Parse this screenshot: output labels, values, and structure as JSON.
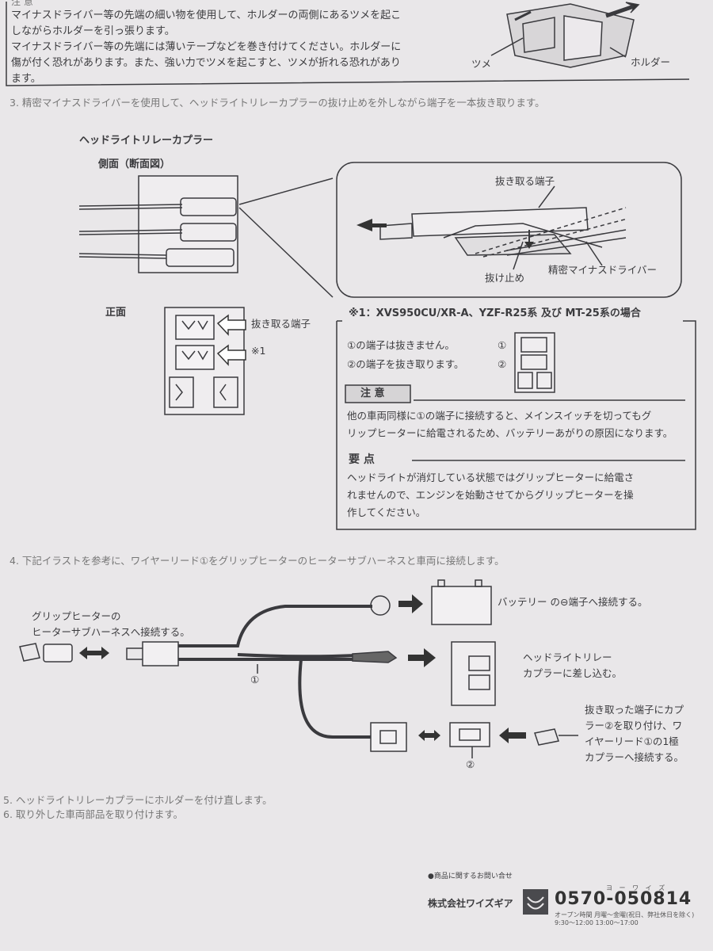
{
  "caution_top": {
    "heading": "注 意",
    "lines": [
      "マイナスドライバー等の先端の細い物を使用して、ホルダーの両側にあるツメを起こ",
      "しながらホルダーを引っ張ります。",
      "マイナスドライバー等の先端には薄いテープなどを巻き付けてください。ホルダーに",
      "傷が付く恐れがあります。また、強い力でツメを起こすと、ツメが折れる恐れがあり",
      "ます。"
    ],
    "fig_labels": {
      "tsume": "ツメ",
      "holder": "ホルダー"
    }
  },
  "step3": {
    "text": "3. 精密マイナスドライバーを使用して、ヘッドライトリレーカプラーの抜け止めを外しながら端子を一本抜き取ります。",
    "coupler_title": "ヘッドライトリレーカプラー",
    "side_label": "側面（断面図）",
    "front_label": "正面",
    "zoom_terminal": "抜き取る端子",
    "zoom_stopper": "抜け止め",
    "zoom_driver": "精密マイナスドライバー",
    "front_terminal": "抜き取る端子",
    "front_note": "※1"
  },
  "note_box": {
    "title": "※1：XVS950CU/XR-A、YZF-R25系 及び MT-25系の場合",
    "line1": "①の端子は抜きません。",
    "line2": "②の端子を抜き取ります。",
    "mark1": "①",
    "mark2": "②",
    "caution_label": "注 意",
    "caution_lines": [
      "他の車両同様に①の端子に接続すると、メインスイッチを切ってもグ",
      "リップヒーターに給電されるため、バッテリーあがりの原因になります。"
    ],
    "point_label": "要  点",
    "point_lines": [
      "ヘッドライトが消灯している状態ではグリップヒーターに給電さ",
      "れませんので、エンジンを始動させてからグリップヒーターを操",
      "作してください。"
    ]
  },
  "step4": {
    "text": "4. 下記イラストを参考に、ワイヤーリード①をグリップヒーターのヒーターサブハーネスと車両に接続します。",
    "grip_label": [
      "グリップヒーターの",
      "ヒーターサブハーネスへ接続する。"
    ],
    "battery_label": "バッテリー の⊖端子へ接続する。",
    "relay_label": [
      "ヘッドライトリレー",
      "カプラーに差し込む。"
    ],
    "terminal_label": [
      "抜き取った端子にカプ",
      "ラー②を取り付け、ワ",
      "イヤーリード①の1極",
      "カプラーへ接続する。"
    ],
    "mark1": "①",
    "mark2": "②"
  },
  "steps_final": [
    "5. ヘッドライトリレーカプラーにホルダーを付け直します。",
    "6. 取り外した車両部品を取り付けます。"
  ],
  "footer": {
    "inquiry": "●商品に関するお問い合せ",
    "company": "株式会社ワイズギア",
    "phone": "0570-050814",
    "phone_ruby": "ヨ ー ワ イ ズ",
    "hours_line1": "オープン時間 月曜〜金曜(祝日、弊社休日を除く)",
    "hours_line2": "9:30〜12:00 13:00〜17:00"
  }
}
